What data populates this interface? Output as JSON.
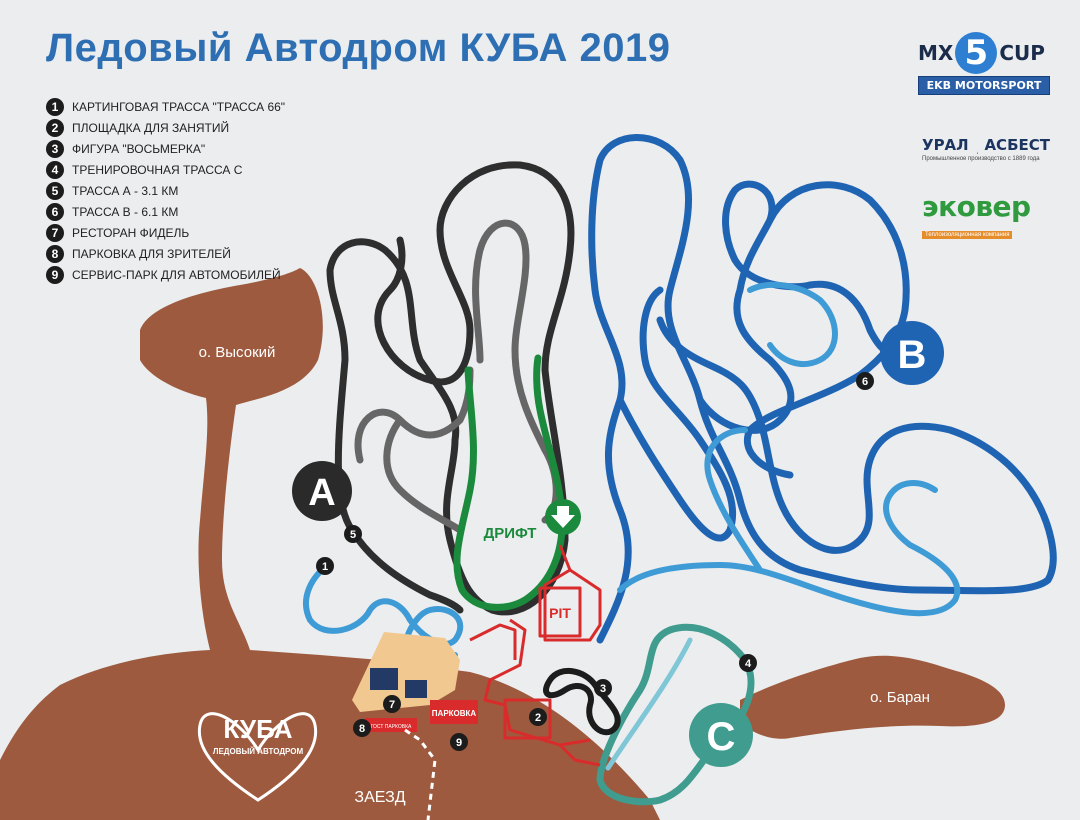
{
  "title": "Ледовый Автодром КУБА 2019",
  "legend": [
    {
      "n": "1",
      "text": "КАРТИНГОВАЯ ТРАССА \"ТРАССА 66\""
    },
    {
      "n": "2",
      "text": "ПЛОЩАДКА ДЛЯ ЗАНЯТИЙ"
    },
    {
      "n": "3",
      "text": "ФИГУРА \"ВОСЬМЕРКА\""
    },
    {
      "n": "4",
      "text": "ТРЕНИРОВОЧНАЯ ТРАССА С"
    },
    {
      "n": "5",
      "text": "ТРАССА А - 3.1 КМ"
    },
    {
      "n": "6",
      "text": "ТРАССА В - 6.1 КМ"
    },
    {
      "n": "7",
      "text": "РЕСТОРАН ФИДЕЛЬ"
    },
    {
      "n": "8",
      "text": "ПАРКОВКА ДЛЯ ЗРИТЕЛЕЙ"
    },
    {
      "n": "9",
      "text": "СЕРВИС-ПАРК ДЛЯ АВТОМОБИЛЕЙ"
    }
  ],
  "places": {
    "island_vysokiy": "о. Высокий",
    "island_baran": "о. Баран",
    "entry": "ЗАЕЗД",
    "drift": "ДРИФТ",
    "pit": "PIT",
    "parking": "ПАРКОВКА",
    "guest_parking": "ГОСТ ПАРКОВКА"
  },
  "track_letters": {
    "a": "A",
    "b": "B",
    "c": "C"
  },
  "markers": {
    "m1": "1",
    "m2": "2",
    "m3": "3",
    "m4": "4",
    "m5": "5",
    "m6": "6",
    "m7": "7",
    "m8": "8",
    "m9": "9"
  },
  "logos": {
    "mx_left": "MX",
    "mx_num": "5",
    "mx_right": "CUP",
    "ekb": "EKB MOTORSPORT",
    "ural_left": "УРАЛ",
    "ural_right": "АСБЕСТ",
    "ural_sub": "Промышленное производство с 1889 года",
    "eko": "эковер",
    "eko_sub": "Теплоизоляционная компания",
    "kuba": "КУБА",
    "kuba_sub": "ЛЕДОВЫЙ АВТОДРОМ"
  },
  "colors": {
    "background": "#ebedef",
    "land": "#9e5a3e",
    "track_a": "#2e2e2e",
    "track_a_inner": "#666666",
    "drift": "#1b8a3d",
    "track_b": "#1f63b3",
    "track_b_light": "#3f9bd6",
    "track_c": "#3f9c8e",
    "pit": "#d92b2b",
    "title": "#2e6fb4"
  }
}
